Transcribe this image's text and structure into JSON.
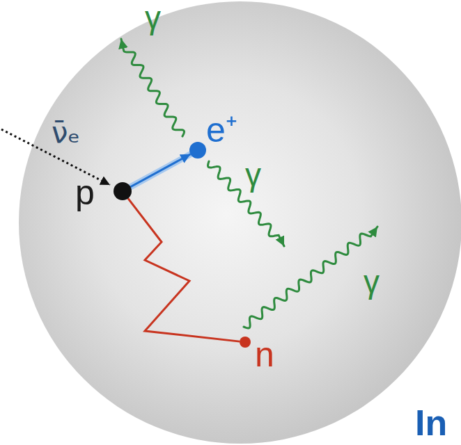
{
  "diagram": {
    "nodes": [
      {
        "text": [
          "p"
        ]
      },
      {
        "text": [
          "e⁺"
        ]
      },
      {
        "text": [
          "n"
        ]
      }
    ],
    "edges": [
      {
        "from": 0,
        "to": 1,
        "arrow": "to"
      },
      {
        "from": 0,
        "to": 2,
        "arrow": "none"
      }
    ],
    "labels": [
      "ν̄ₑ",
      "γ",
      "γ",
      "γ",
      "In"
    ]
  }
}
